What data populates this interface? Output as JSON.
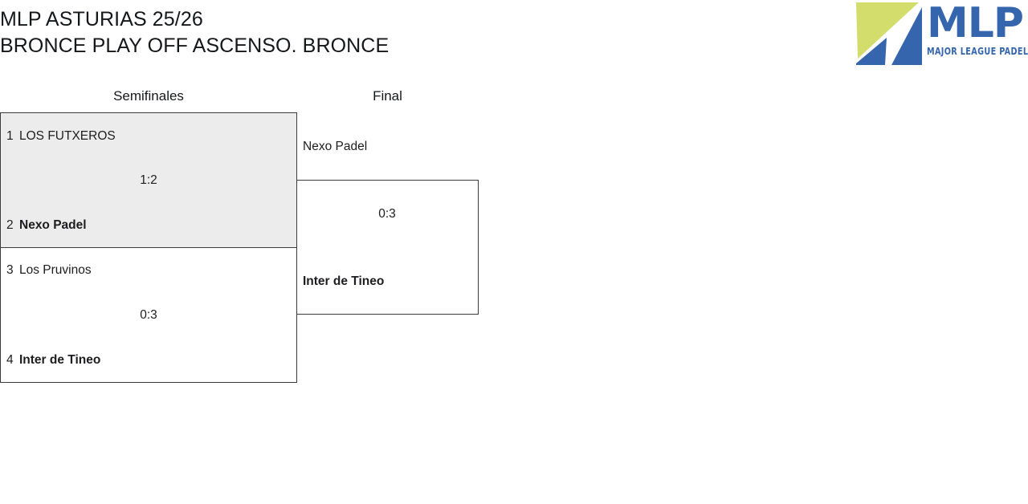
{
  "header": {
    "title_line1": "MLP ASTURIAS 25/26",
    "title_line2": "BRONCE PLAY OFF ASCENSO. BRONCE"
  },
  "logo": {
    "name": "mlp-logo",
    "wordmark": "MLP",
    "tagline": "MAJOR LEAGUE PADEL",
    "colors": {
      "lime": "#d2dd6c",
      "blue": "#3565ad"
    }
  },
  "bracket": {
    "rounds": [
      {
        "label": "Semifinales"
      },
      {
        "label": "Final"
      }
    ],
    "semifinals": [
      {
        "shaded": true,
        "score": "1:2",
        "teams": [
          {
            "seed": "1",
            "name": "LOS FUTXEROS",
            "winner": false
          },
          {
            "seed": "2",
            "name": "Nexo Padel",
            "winner": true
          }
        ]
      },
      {
        "shaded": false,
        "score": "0:3",
        "teams": [
          {
            "seed": "3",
            "name": "Los Pruvinos",
            "winner": false
          },
          {
            "seed": "4",
            "name": "Inter de Tineo",
            "winner": true
          }
        ]
      }
    ],
    "final": {
      "score": "0:3",
      "teams": [
        {
          "name": "Nexo Padel",
          "winner": false
        },
        {
          "name": "Inter de Tineo",
          "winner": true
        }
      ]
    }
  }
}
